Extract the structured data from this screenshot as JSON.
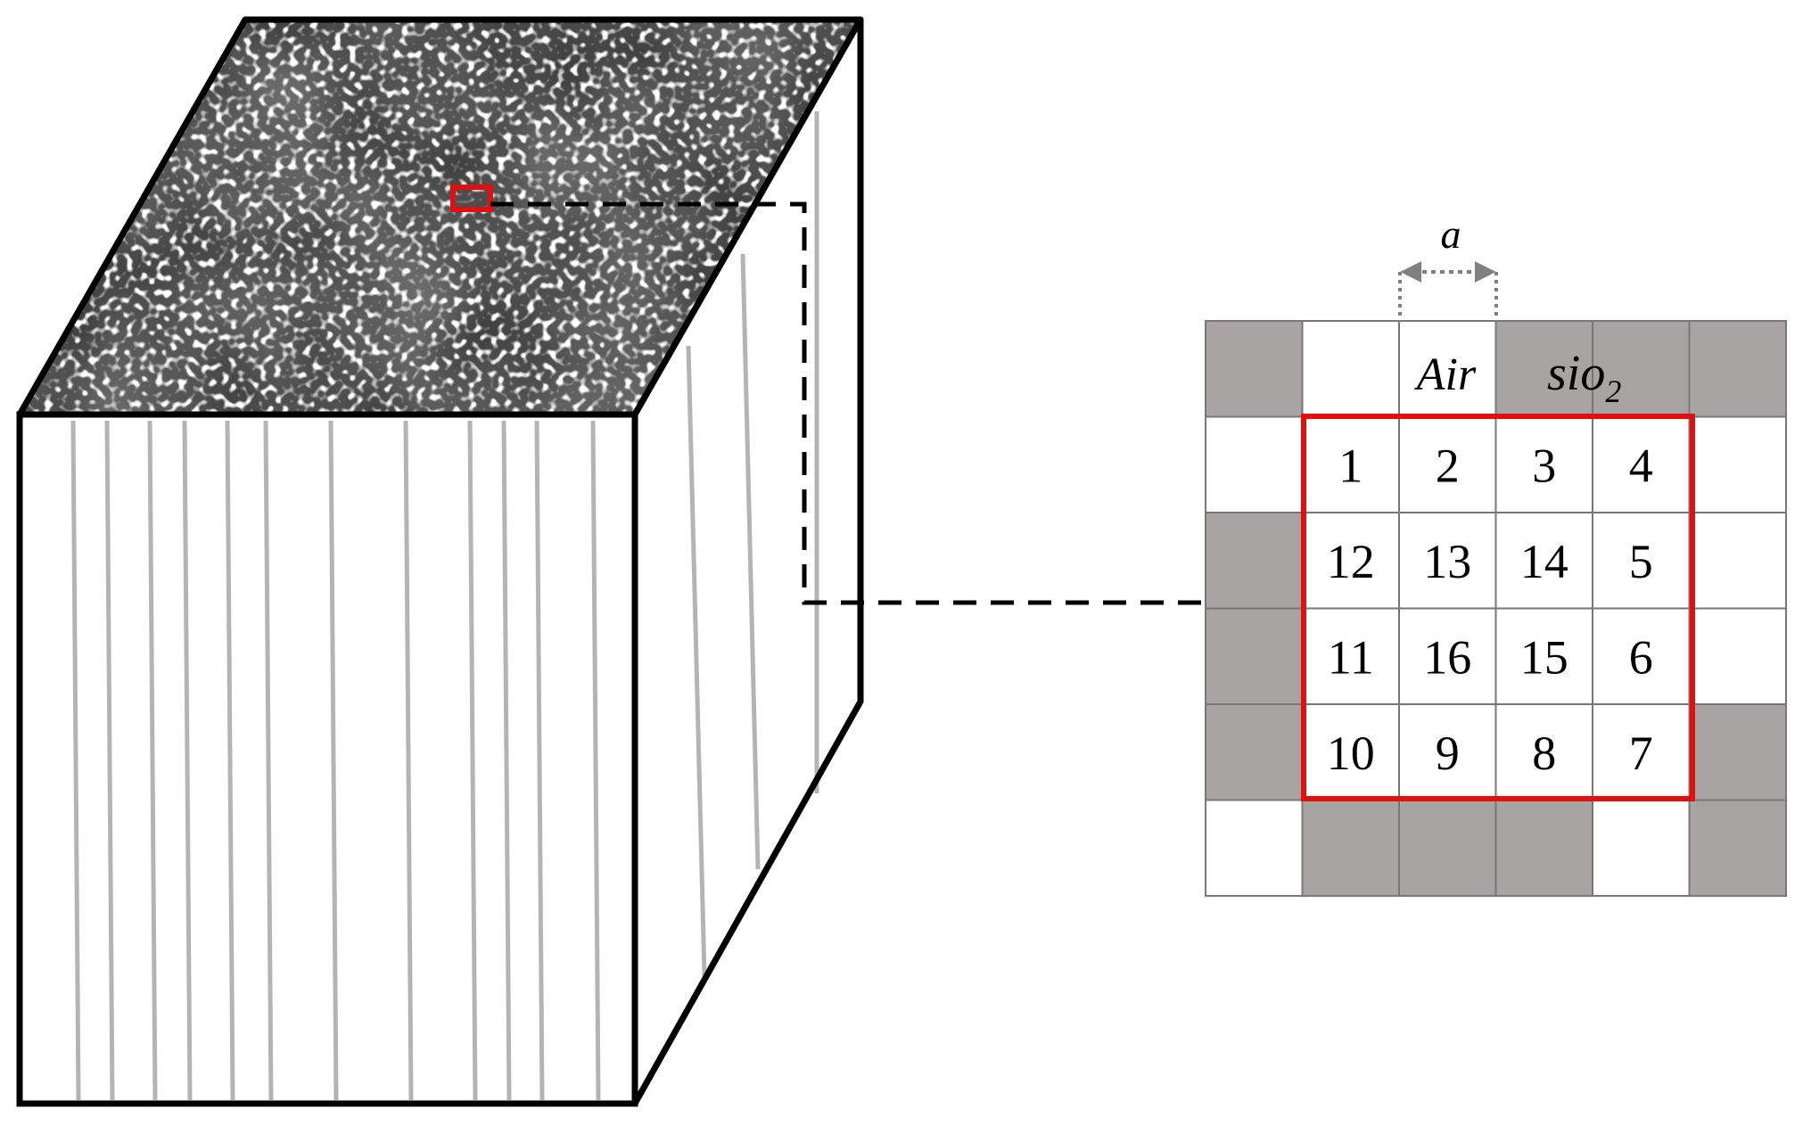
{
  "labels": {
    "spacing": "a",
    "air": "Air",
    "sio2_base": "sio",
    "sio2_subscript": "2"
  },
  "grid": {
    "rows": 6,
    "cols": 6,
    "cell_states": [
      [
        1,
        0,
        0,
        1,
        1,
        1
      ],
      [
        0,
        0,
        0,
        0,
        0,
        0
      ],
      [
        1,
        0,
        0,
        0,
        0,
        0
      ],
      [
        1,
        0,
        0,
        0,
        0,
        0
      ],
      [
        1,
        0,
        0,
        0,
        0,
        1
      ],
      [
        0,
        1,
        1,
        1,
        0,
        1
      ]
    ],
    "numbers": [
      {
        "row": 1,
        "col": 1,
        "text": "1"
      },
      {
        "row": 1,
        "col": 2,
        "text": "2"
      },
      {
        "row": 1,
        "col": 3,
        "text": "3"
      },
      {
        "row": 1,
        "col": 4,
        "text": "4"
      },
      {
        "row": 2,
        "col": 1,
        "text": "12"
      },
      {
        "row": 2,
        "col": 2,
        "text": "13"
      },
      {
        "row": 2,
        "col": 3,
        "text": "14"
      },
      {
        "row": 2,
        "col": 4,
        "text": "5"
      },
      {
        "row": 3,
        "col": 1,
        "text": "11"
      },
      {
        "row": 3,
        "col": 2,
        "text": "16"
      },
      {
        "row": 3,
        "col": 3,
        "text": "15"
      },
      {
        "row": 3,
        "col": 4,
        "text": "6"
      },
      {
        "row": 4,
        "col": 1,
        "text": "10"
      },
      {
        "row": 4,
        "col": 2,
        "text": "9"
      },
      {
        "row": 4,
        "col": 3,
        "text": "8"
      },
      {
        "row": 4,
        "col": 4,
        "text": "7"
      }
    ]
  },
  "colors": {
    "sio2_cell": "#a8a4a4",
    "air_cell": "#ffffff",
    "grid_line": "#777777",
    "highlight": "#e01010",
    "outline": "#000000",
    "fiber_line": "#b4b4b4",
    "arrow": "#808080"
  }
}
